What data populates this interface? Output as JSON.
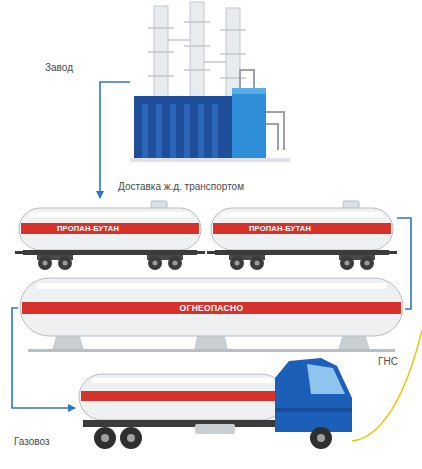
{
  "diagram": {
    "nodes": [
      {
        "text": [
          "Завод"
        ]
      },
      {
        "text": [
          "ПРОПАН-БУТАН"
        ]
      },
      {
        "text": [
          "ПРОПАН-БУТАН"
        ]
      },
      {
        "text": [
          "ОГНЕОПАСНО",
          "ГНС"
        ]
      },
      {
        "text": [
          "Газовоз"
        ]
      }
    ],
    "edges": [
      {
        "from": 0,
        "to": 1,
        "arrow": "to"
      },
      {
        "from": 2,
        "to": 3,
        "arrow": "none"
      },
      {
        "from": 3,
        "to": 4,
        "arrow": "to"
      }
    ],
    "labels": [
      "Доставка ж.д. транспортом"
    ]
  }
}
